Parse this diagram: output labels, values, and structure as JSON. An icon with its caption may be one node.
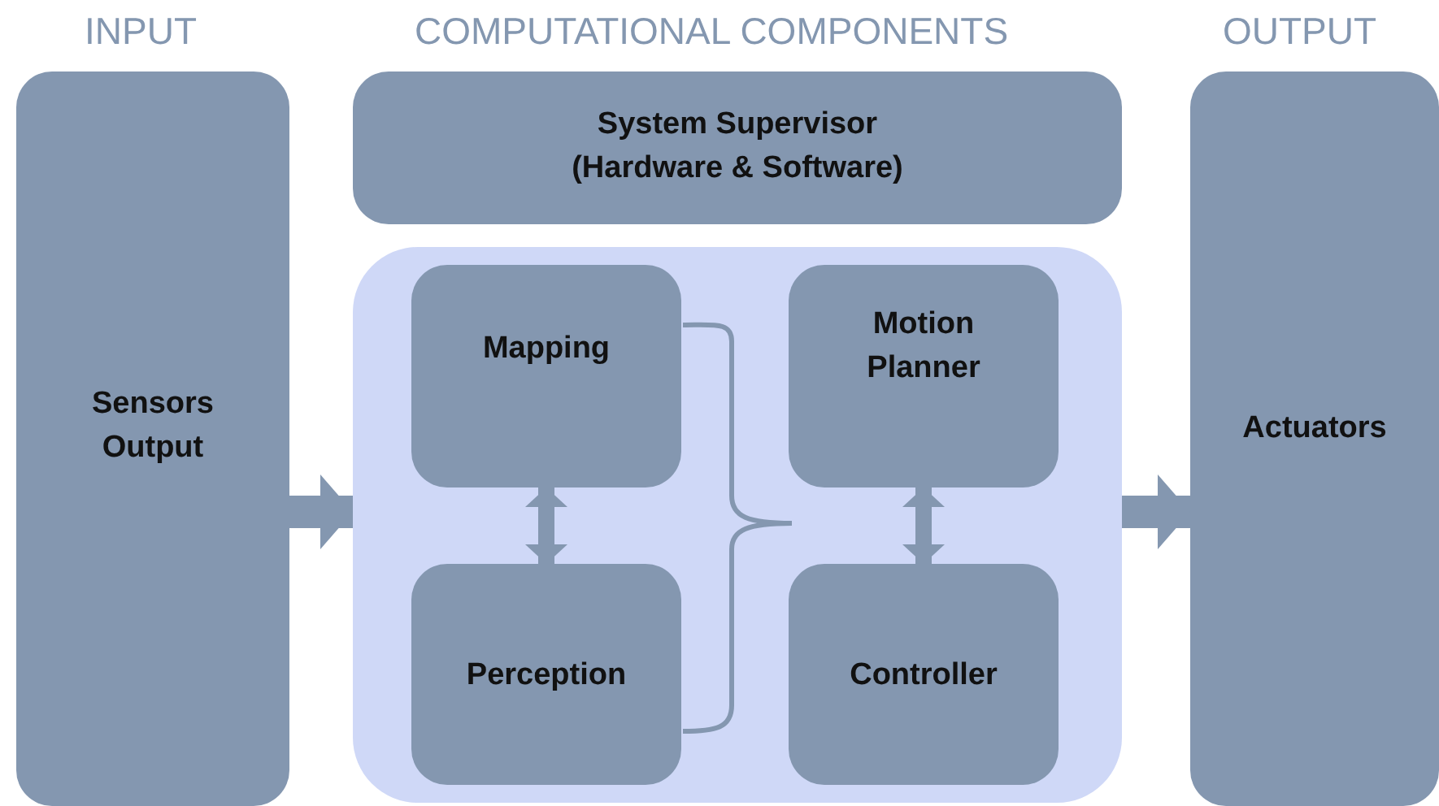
{
  "diagram": {
    "nodes": [
      {
        "text": [
          "Sensors Output"
        ]
      },
      {
        "text": [
          "System Supervisor (Hardware & Software)"
        ]
      },
      {
        "text": [],
        "shape": "box"
      },
      {
        "text": [
          "Mapping"
        ],
        "in": 2
      },
      {
        "text": [
          "Perception"
        ],
        "in": 2
      },
      {
        "text": [
          "Motion Planner"
        ],
        "in": 2
      },
      {
        "text": [
          "Controller"
        ],
        "in": 2
      },
      {
        "text": [
          "Actuators"
        ]
      }
    ],
    "edges": [
      {
        "from": 0,
        "to": 2,
        "arrow": "to",
        "style": "thick"
      },
      {
        "from": 3,
        "to": 4,
        "arrow": "both"
      },
      {
        "from": 5,
        "to": 6,
        "arrow": "both"
      },
      {
        "from": 2,
        "to": 7,
        "arrow": "to",
        "style": "thick"
      }
    ],
    "labels": [
      "INPUT",
      "COMPUTATIONAL COMPONENTS",
      "OUTPUT"
    ]
  }
}
